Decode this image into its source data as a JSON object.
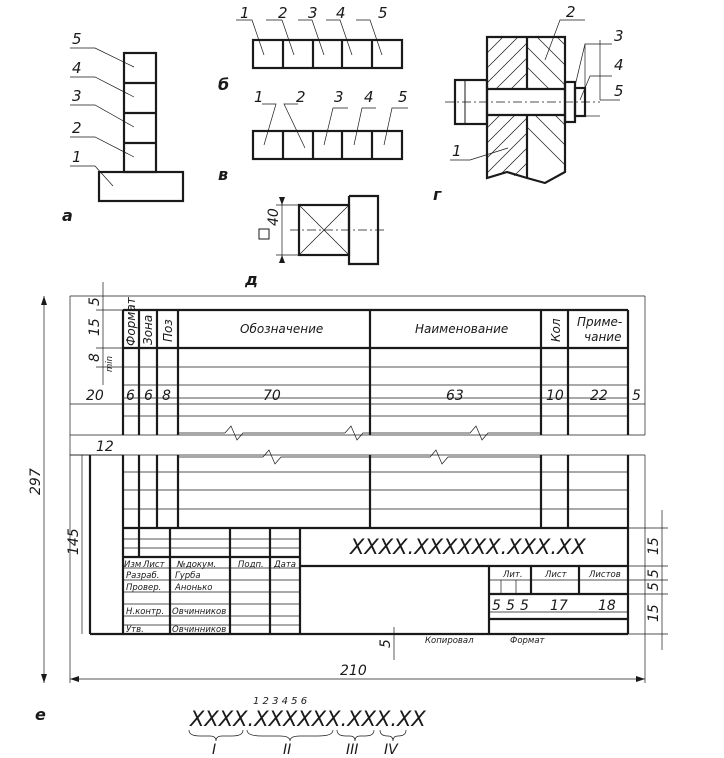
{
  "captions": {
    "a": "а",
    "b": "б",
    "v": "в",
    "g": "г",
    "d": "д",
    "e": "е"
  },
  "fig_a": {
    "labels": [
      "5",
      "4",
      "3",
      "2",
      "1"
    ]
  },
  "fig_b": {
    "labels": [
      "1",
      "2",
      "3",
      "4",
      "5"
    ]
  },
  "fig_v": {
    "labels": [
      "1",
      "2",
      "3",
      "4",
      "5"
    ]
  },
  "fig_g": {
    "labels": [
      "2",
      "3",
      "4",
      "5",
      "1"
    ]
  },
  "fig_d": {
    "dimension": "40",
    "square_sign": "□"
  },
  "spec": {
    "headers": {
      "format": "Формат",
      "zone": "Зона",
      "pos": "Поз",
      "designation": "Обозначение",
      "name": "Наименование",
      "qty": "Кол",
      "note_line1": "Приме-",
      "note_line2": "чание"
    },
    "column_widths": [
      "20",
      "6",
      "6",
      "8",
      "70",
      "63",
      "10",
      "22",
      "5"
    ],
    "row_dims": {
      "top": "5",
      "header": "15",
      "row": "8",
      "row_min": "min"
    },
    "left_margin": "12",
    "height_total": "297",
    "height_lower": "145",
    "width_total": "210",
    "bottom_gap": "5",
    "title_block": {
      "code": "ХХХХ.ХХХХХХ.ХХХ.ХХ",
      "row_headers": [
        "Изм",
        "Лист",
        "№докум.",
        "Подп.",
        "Дата"
      ],
      "roles": [
        "Разраб.",
        "Провер.",
        "",
        "Н.контр.",
        "Утв."
      ],
      "names": [
        "Гурба",
        "Анонько",
        "",
        "Овчинников",
        "Овчинников"
      ],
      "lit_headers": [
        "Лит.",
        "Лист",
        "Листов"
      ],
      "lit_dims": [
        "5",
        "5",
        "5",
        "17",
        "18"
      ],
      "right_dims": [
        "15",
        "5",
        "5",
        "15"
      ],
      "copied": "Копировал",
      "format": "Формат"
    }
  },
  "code_breakdown": {
    "code": "ХХХХ.ХХХХХХ.ХХХ.ХХ",
    "digits": "1 2 3 4 5 6",
    "groups": [
      "I",
      "II",
      "III",
      "IV"
    ]
  }
}
